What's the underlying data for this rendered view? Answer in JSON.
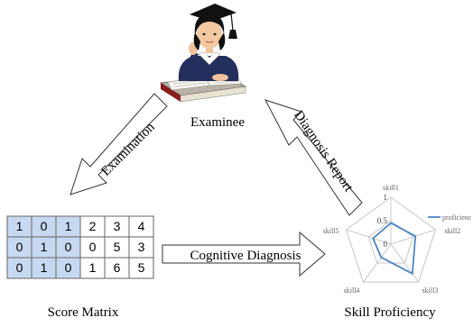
{
  "examinee_label": "Examinee",
  "arrows": {
    "examination": "Examination",
    "diagnosis_report": "Diagnosis Report",
    "cognitive_diagnosis": "Cognitive Diagnosis"
  },
  "score_matrix": {
    "label": "Score Matrix",
    "rows": [
      [
        "1",
        "0",
        "1",
        "2",
        "3",
        "4"
      ],
      [
        "0",
        "1",
        "0",
        "0",
        "5",
        "3"
      ],
      [
        "0",
        "1",
        "0",
        "1",
        "6",
        "5"
      ]
    ],
    "highlight_color": "#c6d9f1",
    "highlight_columns": 3
  },
  "skill_proficiency": {
    "label": "Skill Proficiency",
    "legend": "proficienc",
    "series_color": "#4a86c5",
    "skills": [
      "skill1",
      "skill2",
      "skill3",
      "skill4",
      "skill5"
    ],
    "tick_labels": [
      "1",
      "0.5",
      "0"
    ],
    "values": [
      0.45,
      0.55,
      0.78,
      0.35,
      0.4
    ]
  }
}
